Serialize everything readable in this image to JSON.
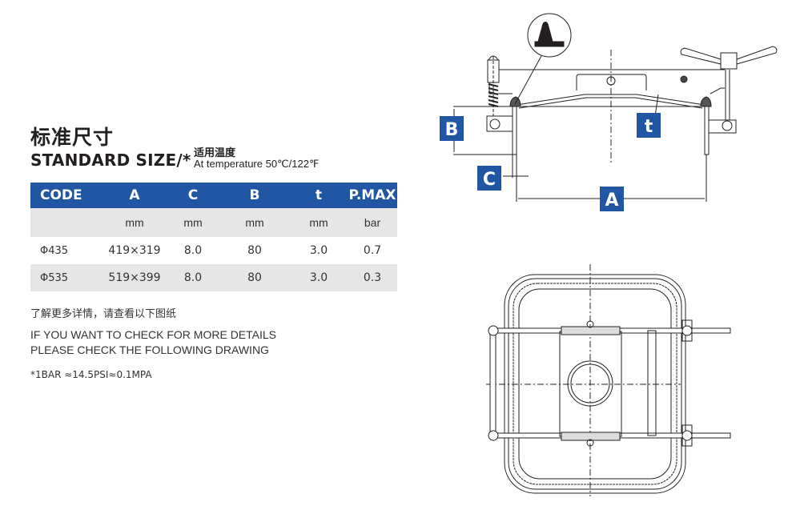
{
  "header": {
    "title_cn": "标准尺寸",
    "title_en": "STANDARD SIZE/*",
    "temperature_cn": "适用温度",
    "temperature_en": "At temperature 50℃/122℉"
  },
  "table": {
    "columns": [
      "CODE",
      "A",
      "C",
      "B",
      "t",
      "P.MAX"
    ],
    "units": [
      "",
      "mm",
      "mm",
      "mm",
      "mm",
      "bar"
    ],
    "rows": [
      [
        "Φ435",
        "419×319",
        "8.0",
        "80",
        "3.0",
        "0.7"
      ],
      [
        "Φ535",
        "519×399",
        "8.0",
        "80",
        "3.0",
        "0.3"
      ]
    ],
    "header_color": "#2156a5",
    "stripe_color": "#e6e6e6"
  },
  "notes": {
    "cn": "了解更多详情，请查看以下图纸",
    "en_line1": "IF YOU WANT TO CHECK FOR MORE DETAILS",
    "en_line2": "PLEASE CHECK THE FOLLOWING DRAWING",
    "footnote": "*1BAR ≈14.5PSI≈0.1MPA"
  },
  "drawing": {
    "labels": {
      "A": "A",
      "B": "B",
      "C": "C",
      "t": "t"
    },
    "label_color": "#2156a5"
  }
}
